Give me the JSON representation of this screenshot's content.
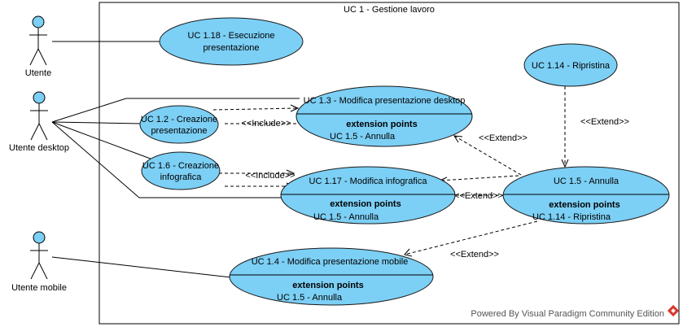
{
  "system": {
    "title": "UC 1 - Gestione lavoro"
  },
  "actors": {
    "utente": "Utente",
    "desktop": "Utente desktop",
    "mobile": "Utente mobile"
  },
  "use_cases": {
    "uc118": {
      "line1": "UC 1.18 - Esecuzione",
      "line2": "presentazione"
    },
    "uc114": {
      "title": "UC 1.14 - Ripristina"
    },
    "uc12": {
      "line1": "UC 1.2 - Creazione",
      "line2": "presentazione"
    },
    "uc13": {
      "title": "UC 1.3 - Modifica presentazione desktop",
      "ext_header": "extension points",
      "ext_point": "UC 1.5 - Annulla"
    },
    "uc16": {
      "line1": "UC 1.6 - Creazione",
      "line2": "infografica"
    },
    "uc117": {
      "title": "UC 1.17 - Modifica infografica",
      "ext_header": "extension points",
      "ext_point": "UC 1.5 - Annulla"
    },
    "uc15": {
      "title": "UC 1.5 - Annulla",
      "ext_header": "extension points",
      "ext_point": "UC 1.14 - Ripristina"
    },
    "uc14": {
      "title": "UC 1.4 - Modifica presentazione mobile",
      "ext_header": "extension points",
      "ext_point": "UC 1.5 - Annulla"
    }
  },
  "relations": {
    "include_1": "<<Include>>",
    "include_2": "<<Include>>",
    "extend_114": "<<Extend>>",
    "extend_13": "<<Extend>>",
    "extend_117": "<<Extend>>",
    "extend_14": "<<Extend>>"
  },
  "footer": {
    "text": "Powered By  Visual Paradigm Community Edition"
  },
  "colors": {
    "use_case_fill": "#7ccff5",
    "logo_red": "#d9352b"
  }
}
